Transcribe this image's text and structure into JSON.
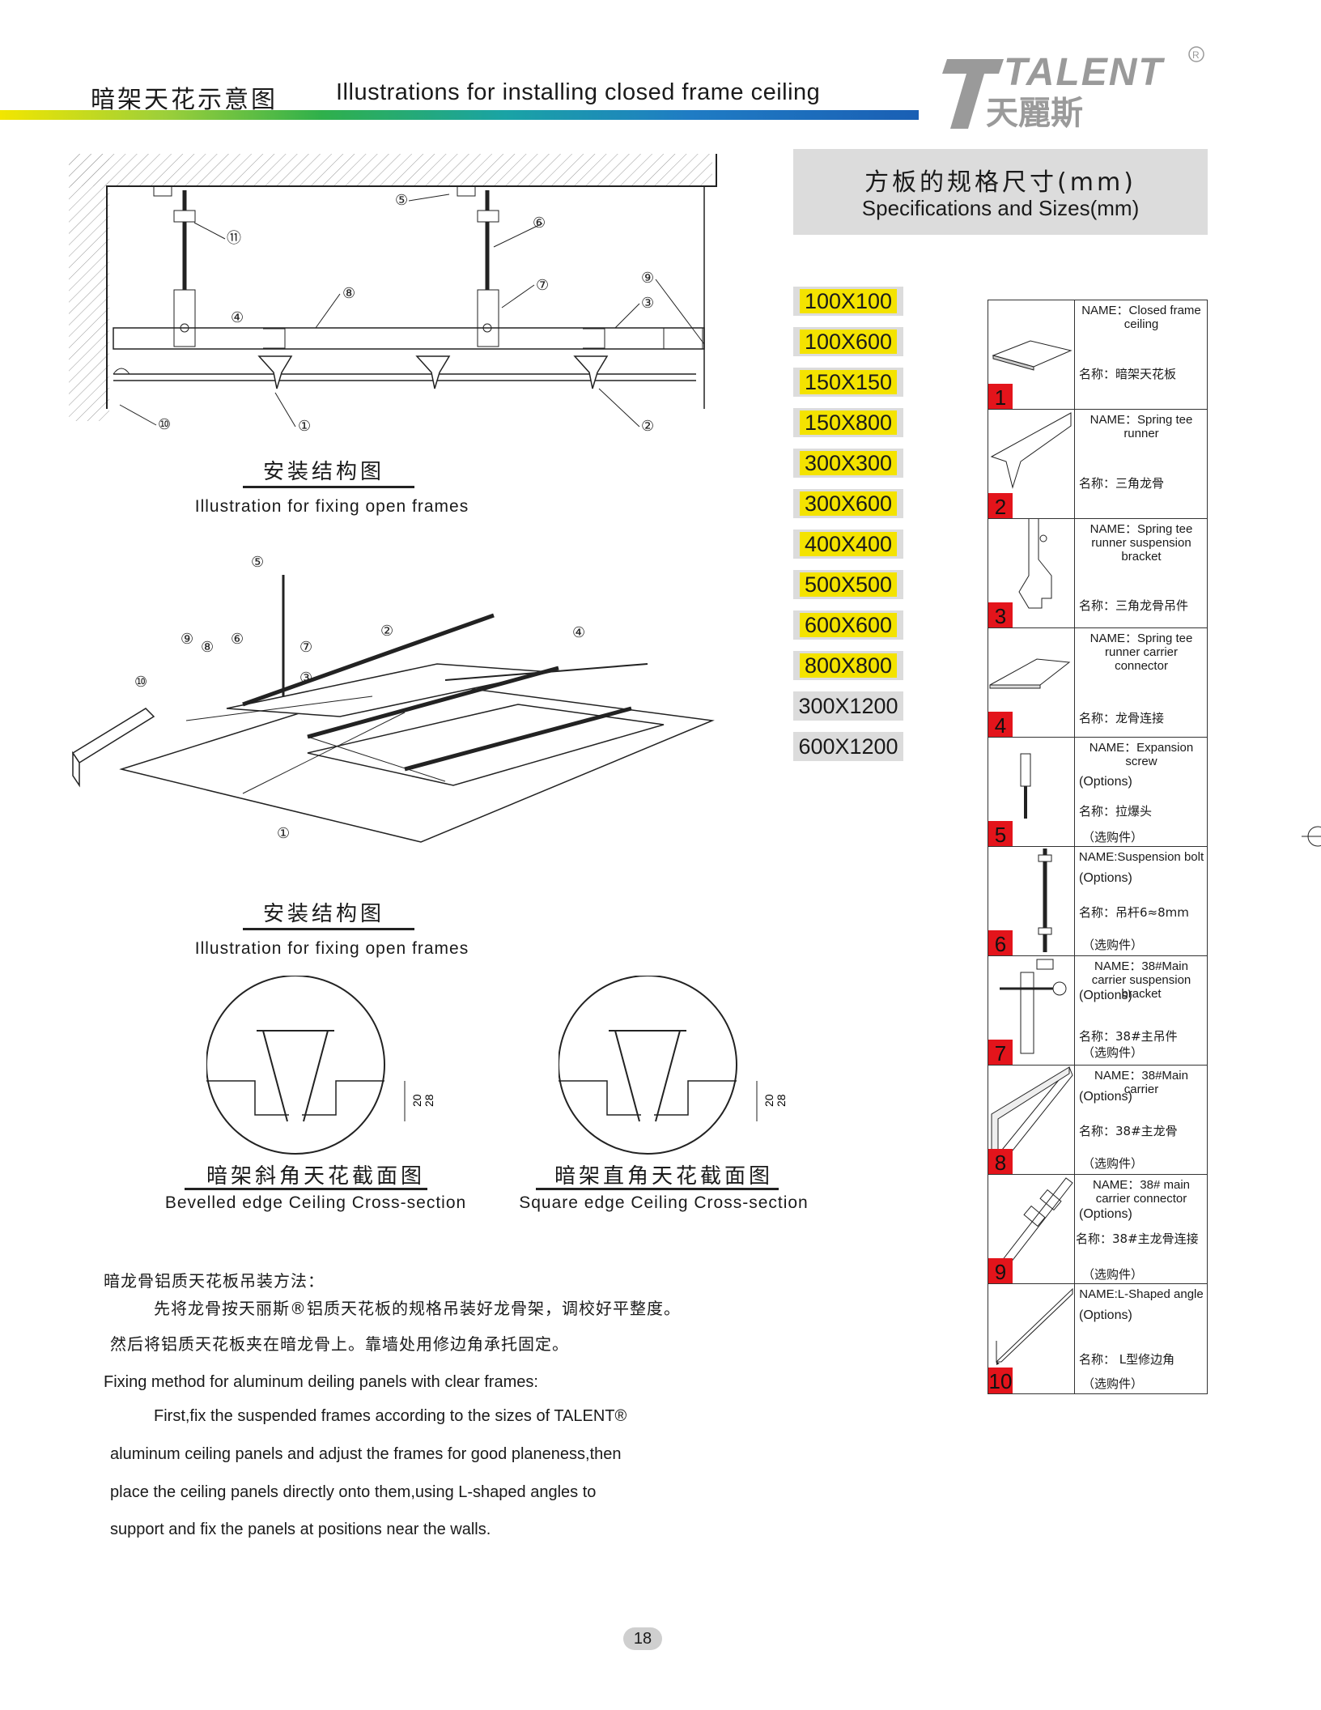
{
  "header": {
    "title_cn": "暗架天花示意图",
    "title_en": "Illustrations for installing closed frame ceiling",
    "brand_en": "TALENT",
    "brand_cn": "天麗斯"
  },
  "specs": {
    "title_cn": "方板的规格尺寸(mm)",
    "title_en": "Specifications and Sizes(mm)",
    "sizes": [
      "100X100",
      "100X600",
      "150X150",
      "150X800",
      "300X300",
      "300X600",
      "400X400",
      "500X500",
      "600X600",
      "800X800",
      "300X1200",
      "600X1200"
    ]
  },
  "diagram1": {
    "caption_cn": "安装结构图",
    "caption_en": "Illustration for fixing open frames",
    "callouts": [
      "⑤",
      "⑥",
      "⑪",
      "⑦",
      "⑧",
      "⑨",
      "④",
      "③",
      "⑩",
      "①",
      "②"
    ]
  },
  "diagram2": {
    "caption_cn": "安装结构图",
    "caption_en": "Illustration for fixing open frames",
    "callouts": [
      "⑤",
      "⑥",
      "⑨",
      "⑧",
      "⑦",
      "⑩",
      "③",
      "②",
      "④",
      "①"
    ]
  },
  "cross_sections": [
    {
      "caption_cn": "暗架斜角天花截面图",
      "caption_en": "Bevelled edge  Ceiling Cross-section",
      "dim_a": "20",
      "dim_b": "28"
    },
    {
      "caption_cn": "暗架直角天花截面图",
      "caption_en": "Square edge Ceiling Cross-section",
      "dim_a": "20",
      "dim_b": "28"
    }
  ],
  "method": {
    "title_cn": "暗龙骨铝质天花板吊装方法：",
    "line1_cn": "先将龙骨按天丽斯®铝质天花板的规格吊装好龙骨架，调校好平整度。",
    "line2_cn": "然后将铝质天花板夹在暗龙骨上。靠墙处用修边角承托固定。",
    "title_en": "Fixing method for aluminum deiling panels with clear frames:",
    "line1_en": "First,fix the suspended frames according to the sizes of TALENT®",
    "line2_en": "aluminum ceiling panels and adjust the frames for good planeness,then",
    "line3_en": "place the ceiling panels directly onto them,using L-shaped angles to",
    "line4_en": "support and fix the panels at positions near the walls."
  },
  "components": [
    {
      "num": "1",
      "name_en": "NAME：Closed frame ceiling",
      "name_cn": "名称：暗架天花板",
      "opt_en": "",
      "opt_cn": ""
    },
    {
      "num": "2",
      "name_en": "NAME：Spring tee runner",
      "name_cn": "名称：三角龙骨",
      "opt_en": "",
      "opt_cn": ""
    },
    {
      "num": "3",
      "name_en": "NAME：Spring tee runner suspension bracket",
      "name_cn": "名称：三角龙骨吊件",
      "opt_en": "",
      "opt_cn": ""
    },
    {
      "num": "4",
      "name_en": "NAME：Spring tee runner carrier connector",
      "name_cn": "名称：龙骨连接",
      "opt_en": "",
      "opt_cn": ""
    },
    {
      "num": "5",
      "name_en": "NAME：Expansion screw",
      "name_cn": "名称：拉爆头",
      "opt_en": "(Options)",
      "opt_cn": "（选购件）"
    },
    {
      "num": "6",
      "name_en": "NAME:Suspension bolt",
      "name_cn": "名称：吊杆6≈8mm",
      "opt_en": "(Options)",
      "opt_cn": "（选购件）"
    },
    {
      "num": "7",
      "name_en": "NAME：38#Main carrier suspension bracket",
      "name_cn": "名称：38#主吊件",
      "opt_en": "(Options)",
      "opt_cn": "（选购件）"
    },
    {
      "num": "8",
      "name_en": "NAME：38#Main carrier",
      "name_cn": "名称：38#主龙骨",
      "opt_en": "(Options)",
      "opt_cn": "（选购件）"
    },
    {
      "num": "9",
      "name_en": "NAME：38# main carrier connector",
      "name_cn": "名称：38#主龙骨连接",
      "opt_en": "(Options)",
      "opt_cn": "（选购件）"
    },
    {
      "num": "10",
      "name_en": "NAME:L-Shaped angle",
      "name_cn": "名称： L型修边角",
      "opt_en": "(Options)",
      "opt_cn": "（选购件）"
    }
  ],
  "page_number": "18"
}
